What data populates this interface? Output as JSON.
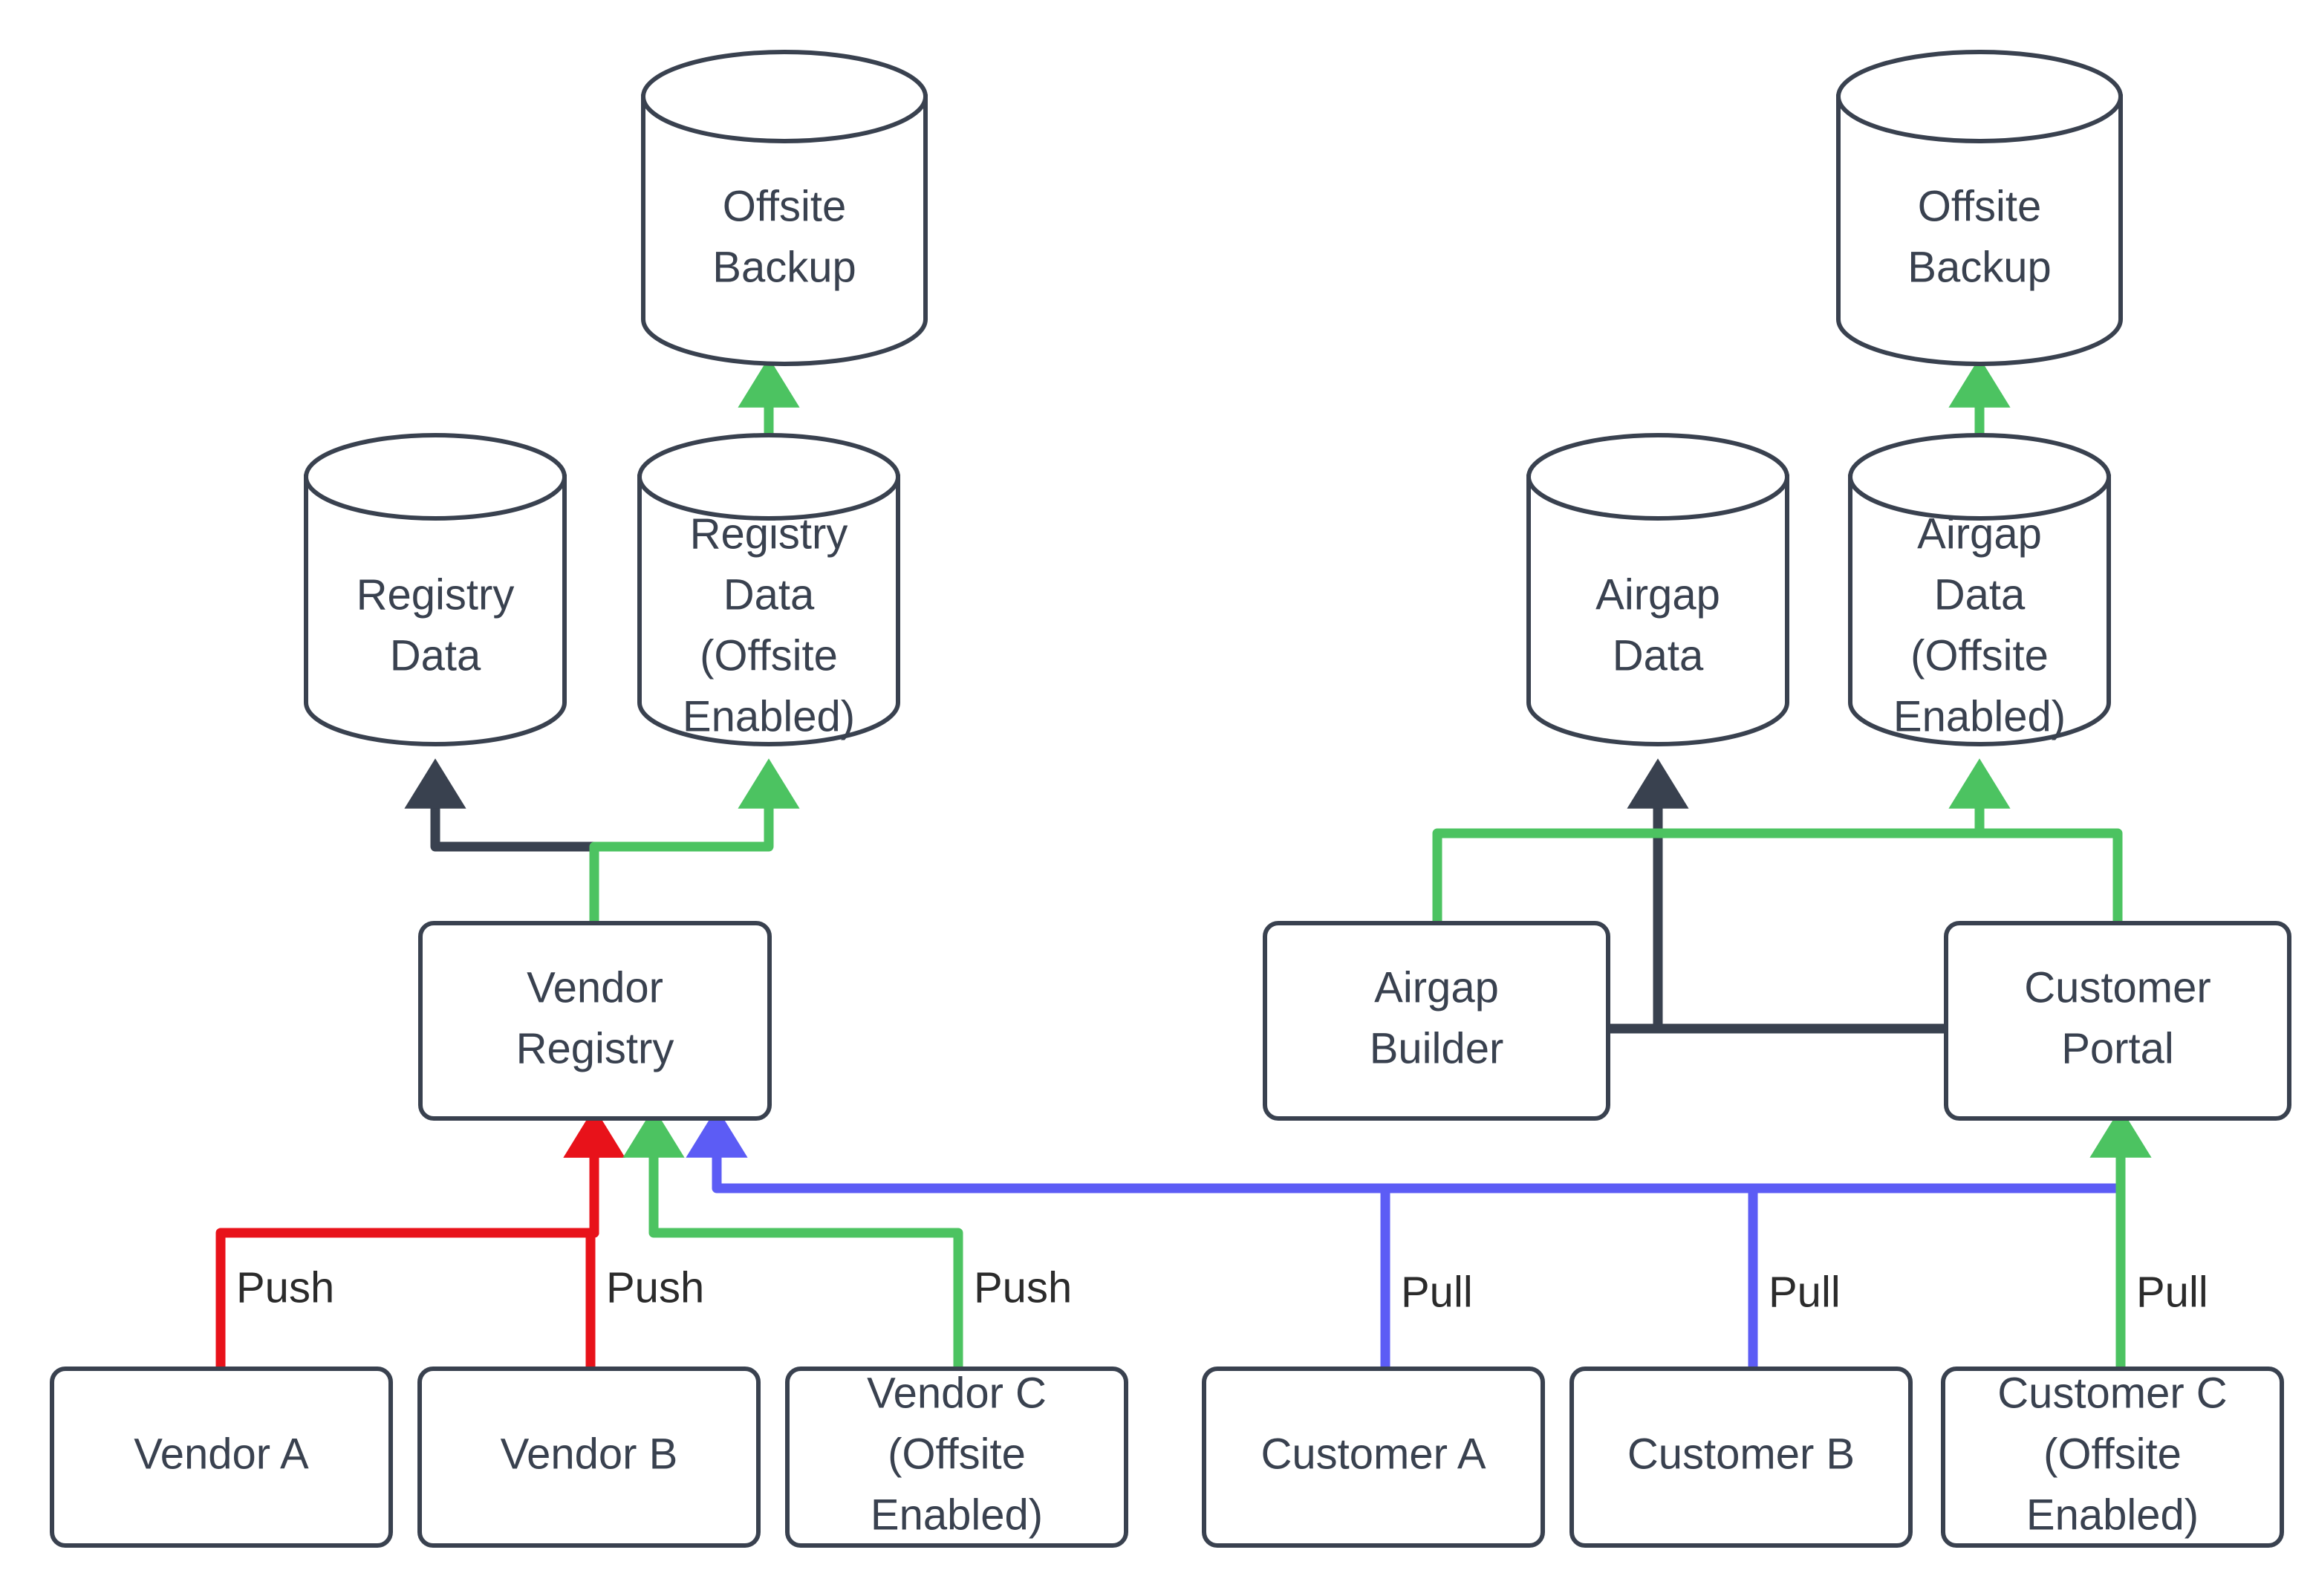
{
  "diagram": {
    "type": "flowchart",
    "title": "",
    "background": "#ffffff",
    "colors": {
      "node_stroke": "#39414F",
      "node_fill": "#ffffff",
      "text": "#39414F",
      "edge_label_text": "#2B2B2B",
      "flow_dark": "#39414F",
      "flow_green": "#4CC361",
      "flow_red": "#E8121A",
      "flow_blue": "#5C5CF5"
    }
  },
  "nodes": {
    "left_offsite_backup": {
      "label_lines": [
        "Offsite",
        "Backup"
      ],
      "shape": "cylinder"
    },
    "registry_data": {
      "label_lines": [
        "Registry",
        "Data"
      ],
      "shape": "cylinder"
    },
    "registry_data_offsite": {
      "label_lines": [
        "Registry",
        "Data",
        "(Offsite",
        "Enabled)"
      ],
      "shape": "cylinder"
    },
    "vendor_registry": {
      "label_lines": [
        "Vendor",
        "Registry"
      ],
      "shape": "rounded-rect"
    },
    "vendor_a": {
      "label_lines": [
        "Vendor A"
      ],
      "shape": "rounded-rect"
    },
    "vendor_b": {
      "label_lines": [
        "Vendor B"
      ],
      "shape": "rounded-rect"
    },
    "vendor_c": {
      "label_lines": [
        "Vendor C",
        "(Offsite",
        "Enabled)"
      ],
      "shape": "rounded-rect"
    },
    "right_offsite_backup": {
      "label_lines": [
        "Offsite",
        "Backup"
      ],
      "shape": "cylinder"
    },
    "airgap_data": {
      "label_lines": [
        "Airgap",
        "Data"
      ],
      "shape": "cylinder"
    },
    "airgap_data_offsite": {
      "label_lines": [
        "Airgap",
        "Data",
        "(Offsite",
        "Enabled)"
      ],
      "shape": "cylinder"
    },
    "airgap_builder": {
      "label_lines": [
        "Airgap",
        "Builder"
      ],
      "shape": "rounded-rect"
    },
    "customer_portal": {
      "label_lines": [
        "Customer",
        "Portal"
      ],
      "shape": "rounded-rect"
    },
    "customer_a": {
      "label_lines": [
        "Customer A"
      ],
      "shape": "rounded-rect"
    },
    "customer_b": {
      "label_lines": [
        "Customer B"
      ],
      "shape": "rounded-rect"
    },
    "customer_c": {
      "label_lines": [
        "Customer C",
        "(Offsite",
        "Enabled)"
      ],
      "shape": "rounded-rect"
    }
  },
  "edge_labels": {
    "vendor_a_push": "Push",
    "vendor_b_push": "Push",
    "vendor_c_push": "Push",
    "customer_a_pull": "Pull",
    "customer_b_pull": "Pull",
    "customer_c_pull": "Pull"
  }
}
